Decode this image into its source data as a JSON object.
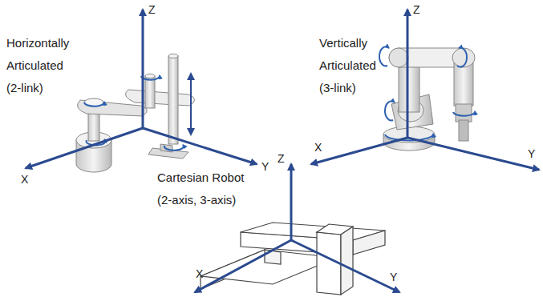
{
  "diagram": {
    "labels": [
      "Z",
      "Horizontally Articulated",
      "(2-link)",
      "X",
      "Y",
      "Z",
      "Vertically Articulated",
      "(3-link)",
      "X",
      "Y",
      "Cartesian Robot",
      "(2-axis, 3-axis)",
      "Z",
      "X",
      "Y"
    ]
  }
}
